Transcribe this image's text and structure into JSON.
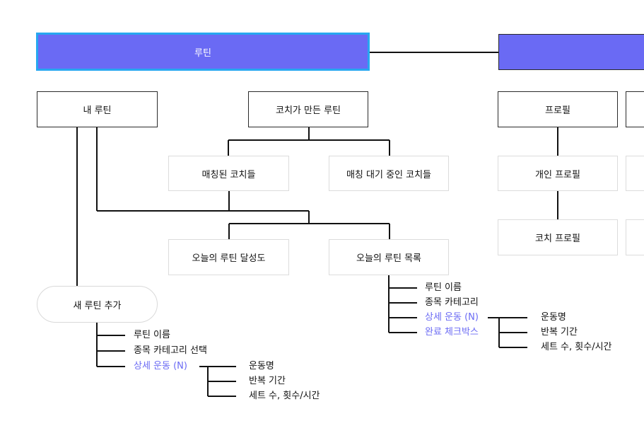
{
  "colors": {
    "accent": "#6a6af4",
    "header_border": "#27a7f0",
    "line": "#111111",
    "box_border_light": "#dcdcdc"
  },
  "header": {
    "title": "루틴"
  },
  "my_routine": {
    "title": "내 루틴",
    "new_routine": "새 루틴 추가",
    "fields": [
      "루틴 이름",
      "종목 카테고리 선택",
      "상세 운동 (N)"
    ],
    "exercise_fields": [
      "운동명",
      "반복 기간",
      "세트 수, 횟수/시간"
    ]
  },
  "coach_routine": {
    "title": "코치가 만든 루틴",
    "matched": "매칭된 코치들",
    "waiting": "매칭 대기 중인 코치들"
  },
  "today": {
    "achievement": "오늘의 루틴 달성도",
    "list": "오늘의 루틴 목록",
    "fields": [
      "루틴 이름",
      "종목 카테고리",
      "상세 운동 (N)",
      "완료 체크박스"
    ],
    "exercise_fields": [
      "운동명",
      "반복 기간",
      "세트 수, 횟수/시간"
    ]
  },
  "profile": {
    "title": "프로필",
    "personal": "개인 프로필",
    "coach": "코치 프로필"
  }
}
